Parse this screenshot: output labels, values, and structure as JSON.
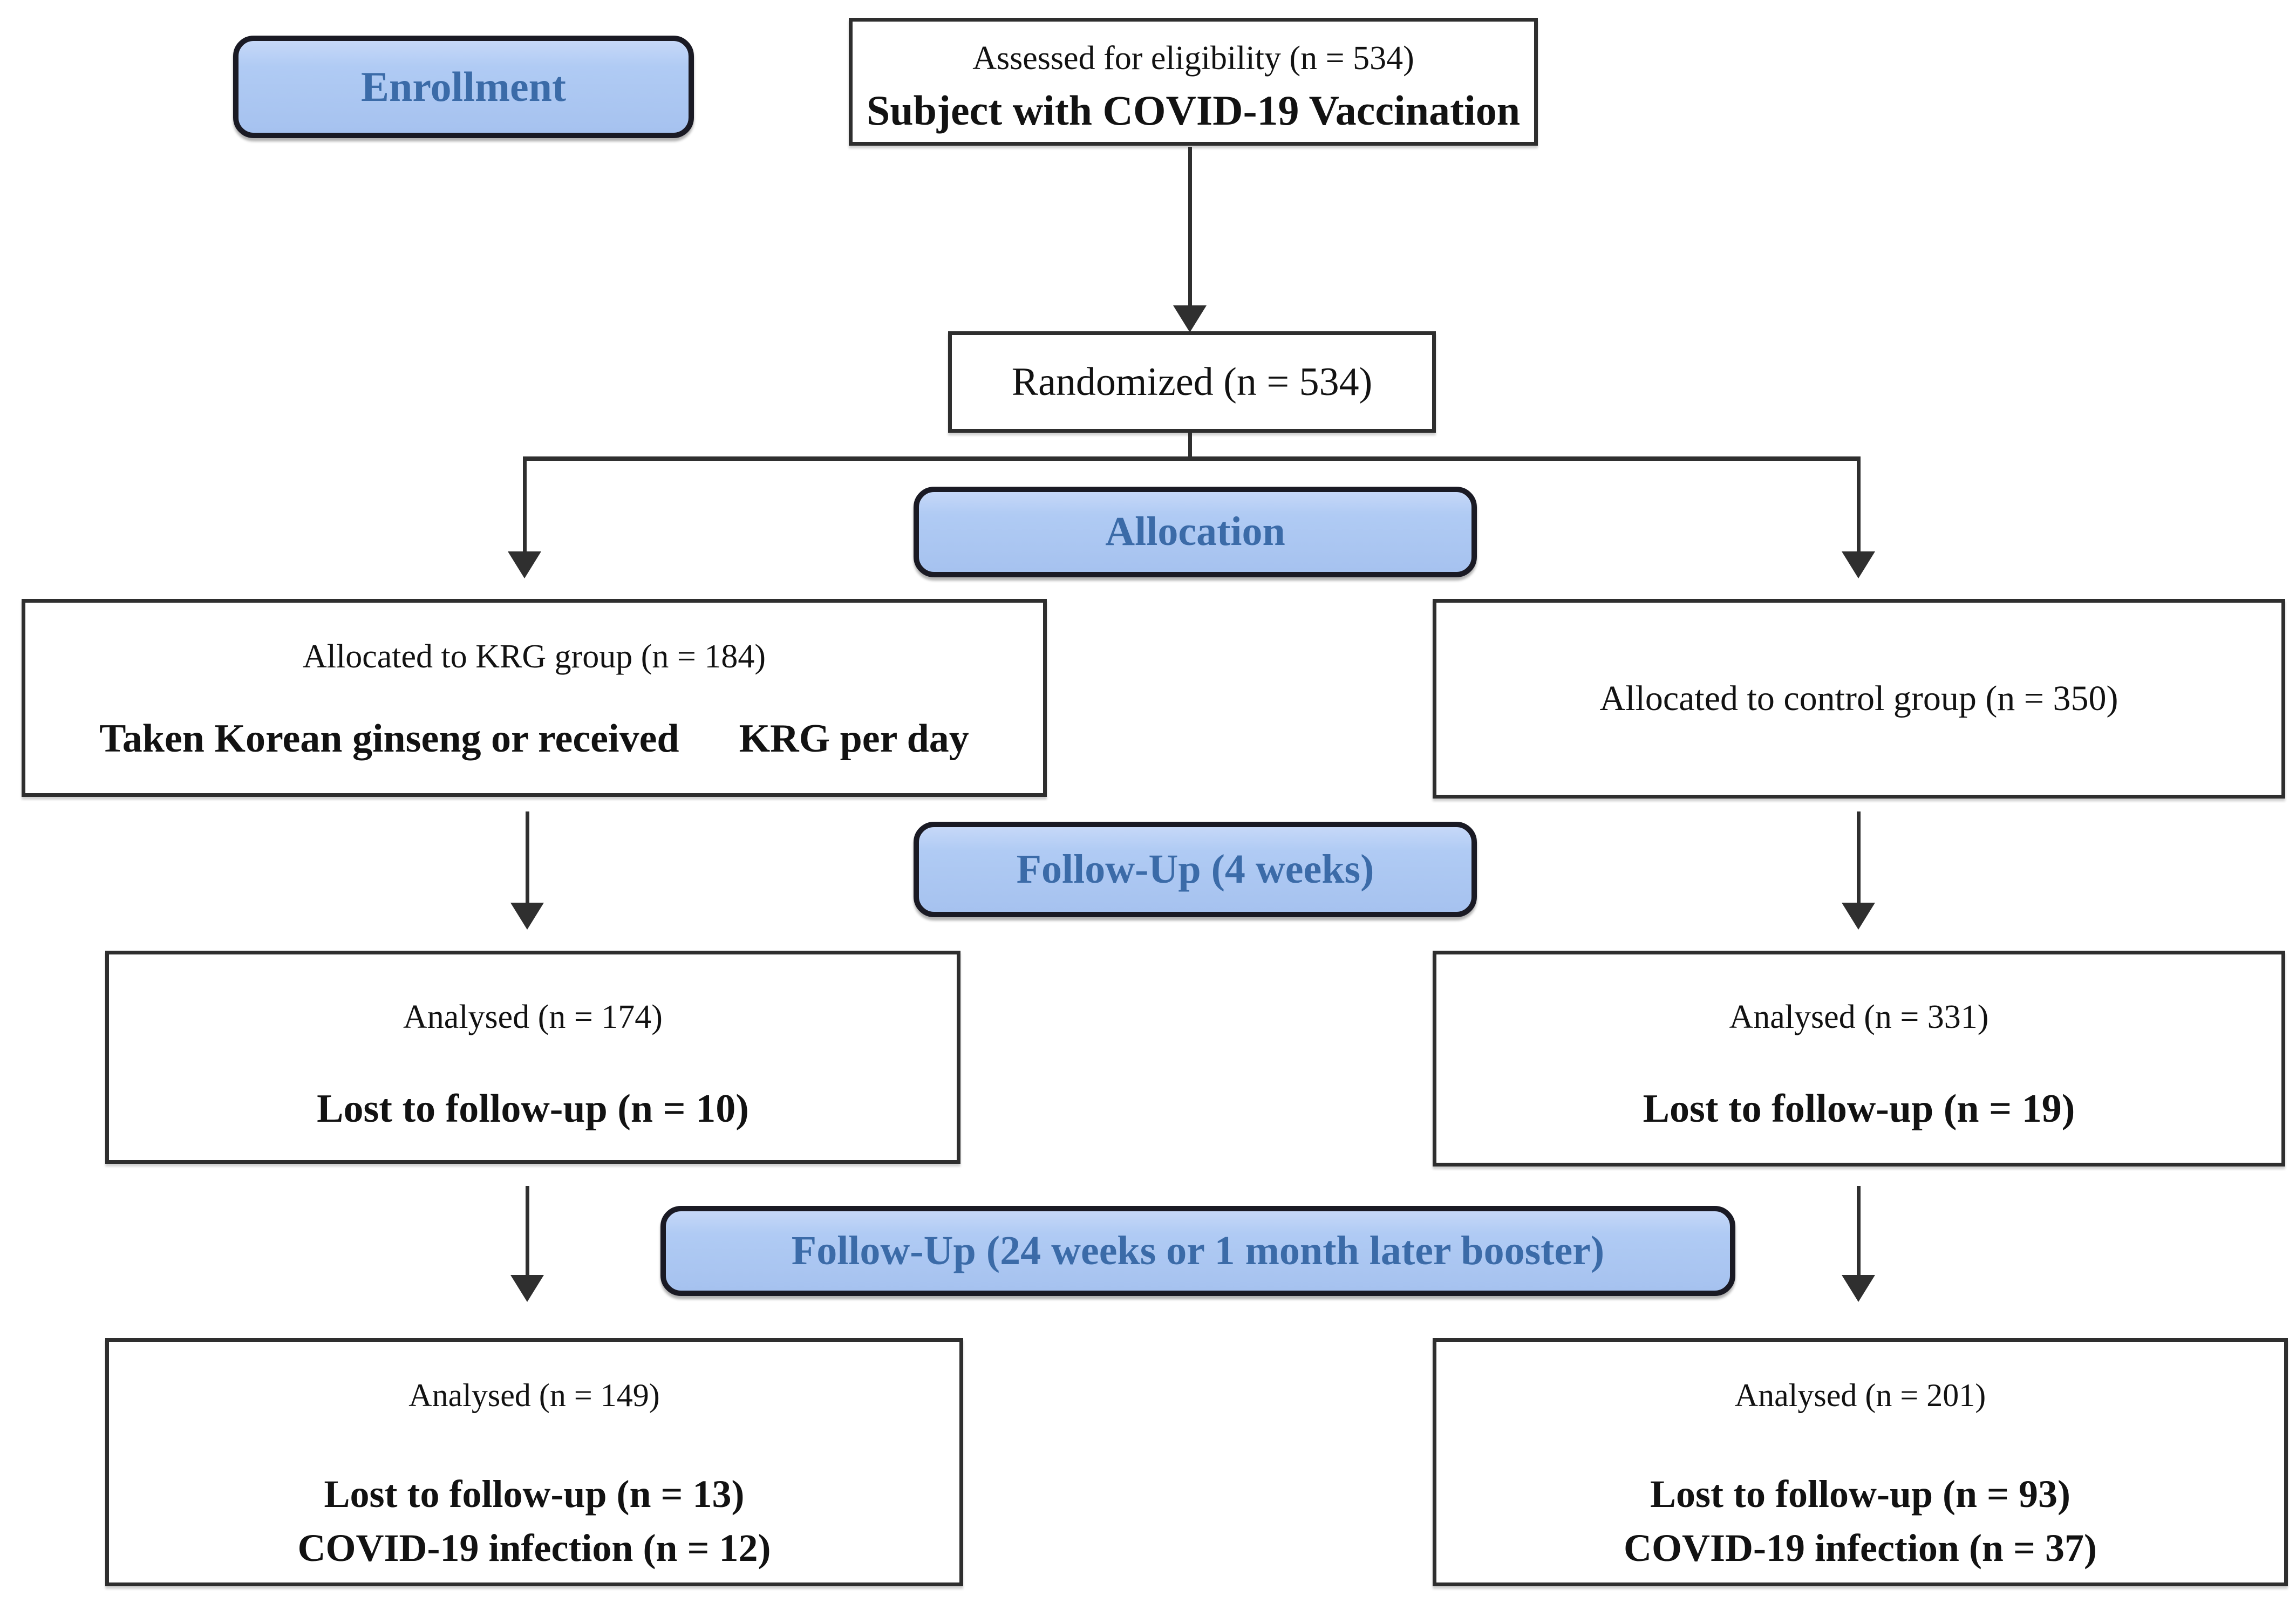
{
  "stages": {
    "enrollment_label": "Enrollment",
    "allocation_label": "Allocation",
    "followup1_label": "Follow-Up (4 weeks)",
    "followup2_label": "Follow-Up (24 weeks or 1 month later booster)"
  },
  "boxes": {
    "eligibility": {
      "line1": "Assessed for eligibility (n = 534)",
      "line2": "Subject with COVID-19 Vaccination"
    },
    "randomized": {
      "text": "Randomized (n = 534)"
    },
    "krg_alloc": {
      "line1": "Allocated to KRG group (n = 184)",
      "line2": "Taken Korean ginseng or received      KRG per day"
    },
    "control_alloc": {
      "text": "Allocated to control group (n = 350)"
    },
    "krg_followup1": {
      "line1": "Analysed (n = 174)",
      "line2": "Lost to follow-up (n = 10)"
    },
    "control_followup1": {
      "line1": "Analysed (n = 331)",
      "line2": "Lost to follow-up (n = 19)"
    },
    "krg_followup2": {
      "line1": "Analysed (n = 149)",
      "line2": "Lost to follow-up (n = 13)",
      "line3": "COVID-19 infection (n = 12)"
    },
    "control_followup2": {
      "line1": "Analysed (n = 201)",
      "line2": "Lost to follow-up (n = 93)",
      "line3": "COVID-19 infection (n = 37)"
    }
  },
  "colors": {
    "stage_fill": "#aec9f3",
    "stage_text": "#3b6ba8",
    "stage_border": "#1a1a24",
    "box_border": "#2e2e2e",
    "connector": "#2f2f2f",
    "text": "#121212",
    "background": "#ffffff"
  }
}
